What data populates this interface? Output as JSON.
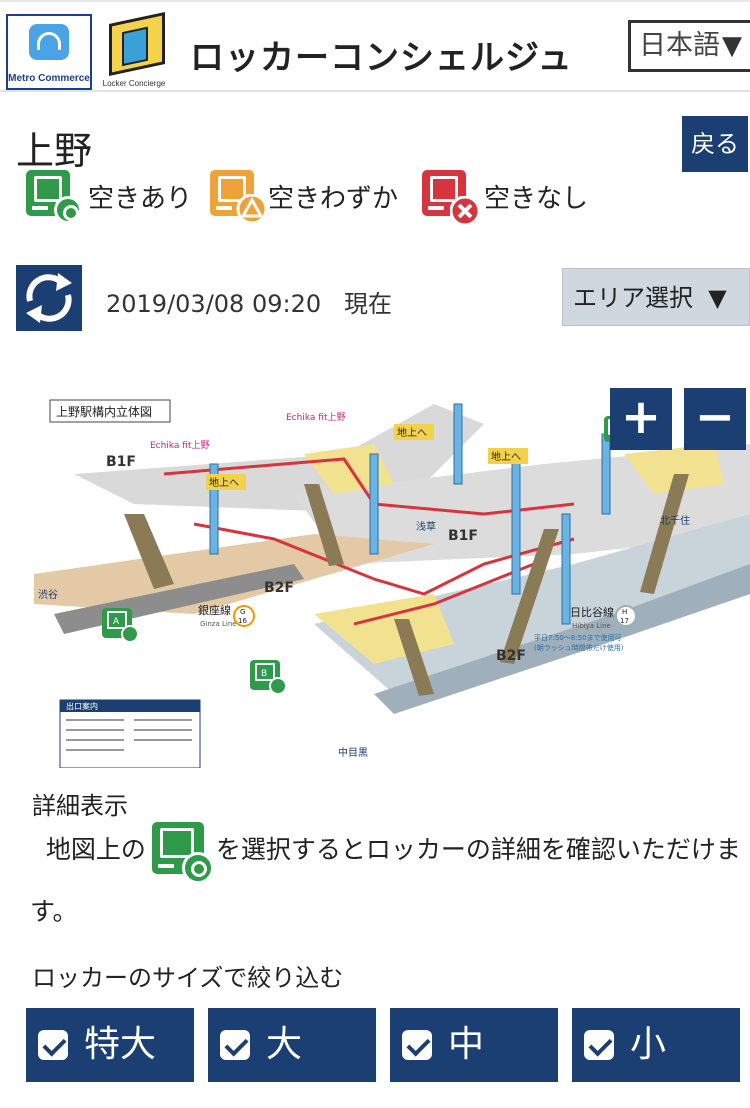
{
  "header": {
    "metro_logo_text": "Metro Commerce",
    "locker_logo_text": "Locker Concierge",
    "title": "ロッカーコンシェルジュ",
    "language": "日本語"
  },
  "station": {
    "name": "上野",
    "back_label": "戻る"
  },
  "legend": [
    {
      "label": "空きあり",
      "status": "available",
      "color": "#2e9a4a",
      "icon": "locker-available-icon"
    },
    {
      "label": "空きわずか",
      "status": "few",
      "color": "#f0a23a",
      "icon": "locker-few-icon"
    },
    {
      "label": "空きなし",
      "status": "full",
      "color": "#d6343e",
      "icon": "locker-full-icon"
    }
  ],
  "status_bar": {
    "datetime": "2019/03/08 09:20",
    "now_label": "現在",
    "area_select_label": "エリア選択"
  },
  "map": {
    "title": "上野駅構内立体図",
    "labels": {
      "b1f_left": "B1F",
      "b1f_right": "B1F",
      "b2f_left": "B2F",
      "b2f_right": "B2F",
      "ground_1": "地上へ",
      "ground_2": "地上へ",
      "ground_3": "地上へ",
      "echika_1": "Echika fit上野",
      "echika_2": "Echika fit上野",
      "ginza_line": "銀座線",
      "ginza_line_en": "Ginza Line",
      "ginza_code": "G",
      "ginza_num": "16",
      "hibiya_line": "日比谷線",
      "hibiya_line_en": "Hibiya Line",
      "hibiya_code": "H",
      "hibiya_num": "17",
      "shibuya": "渋谷",
      "asakusa": "浅草",
      "kitasenju": "北千住",
      "nakameguro": "中目黒",
      "hibiya_note_1": "平日7:50〜8:50まで使用可",
      "hibiya_note_2": "(朝ラッシュ時間帯だけ使用)",
      "exits_title": "出口案内",
      "locker_a": "A",
      "locker_b": "B"
    },
    "zoom_in": "+",
    "zoom_out": "−"
  },
  "detail": {
    "title": "詳細表示",
    "text_before": "地図上の",
    "text_after": "を選択するとロッカーの詳細を確認いただけます。"
  },
  "filter": {
    "title": "ロッカーのサイズで絞り込む",
    "sizes": [
      {
        "label": "特大",
        "checked": true
      },
      {
        "label": "大",
        "checked": true
      },
      {
        "label": "中",
        "checked": true
      },
      {
        "label": "小",
        "checked": true
      }
    ]
  },
  "colors": {
    "primary": "#1c3f73",
    "available": "#2e9a4a",
    "few": "#f0a23a",
    "full": "#d6343e",
    "line_red": "#d6343e"
  }
}
